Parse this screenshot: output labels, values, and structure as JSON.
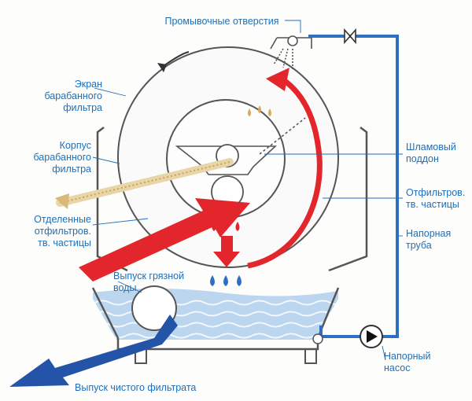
{
  "labels": {
    "wash_holes": "Промывочные отверстия",
    "drum_screen": "Экран барабанного\nфильтра",
    "filter_body": "Корпус\nбарабанного\nфильтра",
    "separated_solids": "Отделенные\nотфильтров.\nтв. частицы",
    "sludge_tray": "Шламовый\nподдон",
    "filtered_solids": "Отфильтров.\nтв. частицы",
    "pressure_pipe": "Напорная\nтруба",
    "dirty_water_inlet": "Выпуск грязной\nводы",
    "pressure_pump": "Напорный\nнасос",
    "clean_filtrate_outlet": "Выпуск чистого фильтрата"
  },
  "colors": {
    "label_text": "#1f6fb8",
    "pipe_blue": "#2f6fc2",
    "flow_red": "#e3262b",
    "water_blue": "#bcd6f0",
    "outline": "#555555",
    "debris": "#d9b878"
  },
  "icons": {
    "valve": "valve-icon",
    "pump": "pump-icon",
    "spray_nozzle": "spray-nozzle-icon",
    "rotation_arrow": "rotation-arrow-icon"
  }
}
